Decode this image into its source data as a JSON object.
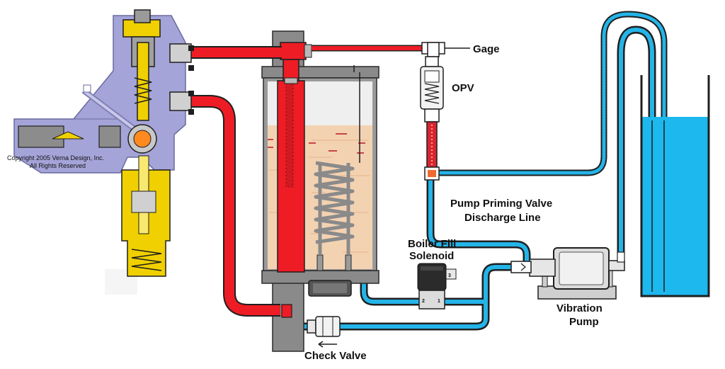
{
  "copyright": {
    "line1": "Copyright 2005 Verna Design, Inc.",
    "line2": "All Rights Reserved"
  },
  "labels": {
    "gage": "Gage",
    "opv": "OPV",
    "priming_line1": "Pump Priming Valve",
    "priming_line2": "Discharge Line",
    "solenoid_line1": "Boiler Fill",
    "solenoid_line2": "Solenoid",
    "pump_line1": "Vibration",
    "pump_line2": "Pump",
    "check_valve": "Check Valve"
  },
  "solenoid_ports": {
    "port2": "2",
    "port1": "1",
    "port3": "3"
  },
  "colors": {
    "hot_water": "#ee1c25",
    "cold_water": "#24b4e8",
    "pipe_outline": "#1f1f1f",
    "group_body": "#a4a4d8",
    "brass": "#f0d000",
    "boiler_body": "#8a8a8a",
    "boiler_water": "#f3d2b2",
    "reservoir_water": "#1cb8ee",
    "steel": "#c8c8c8"
  }
}
